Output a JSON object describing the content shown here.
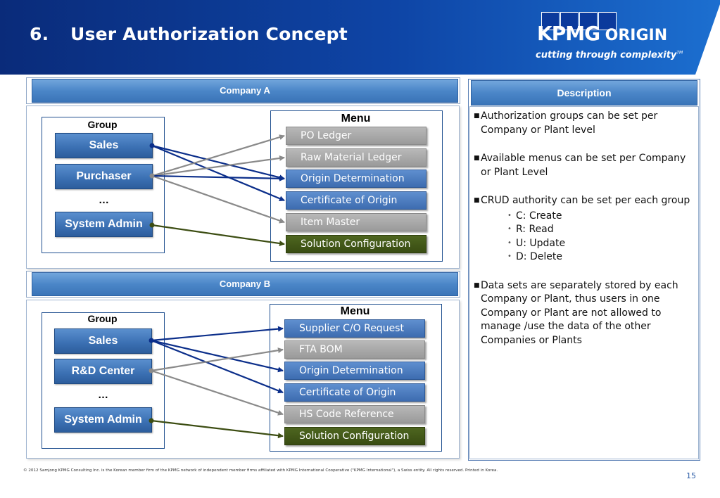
{
  "header": {
    "number": "6.",
    "title": "User Authorization Concept",
    "logo": {
      "brand": "KPMG",
      "product": "ORIGIN",
      "tagline": "cutting through complexity",
      "tm": "TM"
    },
    "colors": {
      "header_dark": "#0a2b7a",
      "header_light": "#1c6fd0"
    }
  },
  "company_a": {
    "label": "Company A",
    "group_heading": "Group",
    "menu_heading": "Menu",
    "groups": [
      "Sales",
      "Purchaser",
      "…",
      "System Admin"
    ],
    "menus": [
      {
        "label": "PO Ledger",
        "style": "gray"
      },
      {
        "label": "Raw Material Ledger",
        "style": "gray"
      },
      {
        "label": "Origin Determination",
        "style": "blue"
      },
      {
        "label": "Certificate of Origin",
        "style": "blue"
      },
      {
        "label": "Item Master",
        "style": "gray"
      },
      {
        "label": "Solution Configuration",
        "style": "green"
      }
    ]
  },
  "company_b": {
    "label": "Company B",
    "group_heading": "Group",
    "menu_heading": "Menu",
    "groups": [
      "Sales",
      "R&D Center",
      "…",
      "System Admin"
    ],
    "menus": [
      {
        "label": "Supplier C/O Request",
        "style": "blue"
      },
      {
        "label": "FTA BOM",
        "style": "gray"
      },
      {
        "label": "Origin Determination",
        "style": "blue"
      },
      {
        "label": "Certificate of Origin",
        "style": "blue"
      },
      {
        "label": "HS Code Reference",
        "style": "gray"
      },
      {
        "label": "Solution Configuration",
        "style": "green"
      }
    ]
  },
  "description": {
    "label": "Description",
    "bullets": [
      {
        "text": "Authorization groups can be set per Company or Plant level"
      },
      {
        "text": "Available menus can be set per Company or Plant Level"
      },
      {
        "text": " CRUD authority can be set per each group"
      },
      {
        "text": "Data sets are separately stored by each Company or Plant, thus users in one Company or Plant are not allowed to manage /use the data of the other Companies or Plants"
      }
    ],
    "crud": [
      "C: Create",
      "R: Read",
      "U: Update",
      "D: Delete"
    ]
  },
  "footer": {
    "copyright": "© 2012 Samjong KPMG Consulting Inc. is the Korean member firm of the KPMG network of independent member firms affiliated with KPMG International Cooperative (\"KPMG International\"), a Swiss entity. All rights reserved. Printed in Korea.",
    "page_number": "15"
  }
}
